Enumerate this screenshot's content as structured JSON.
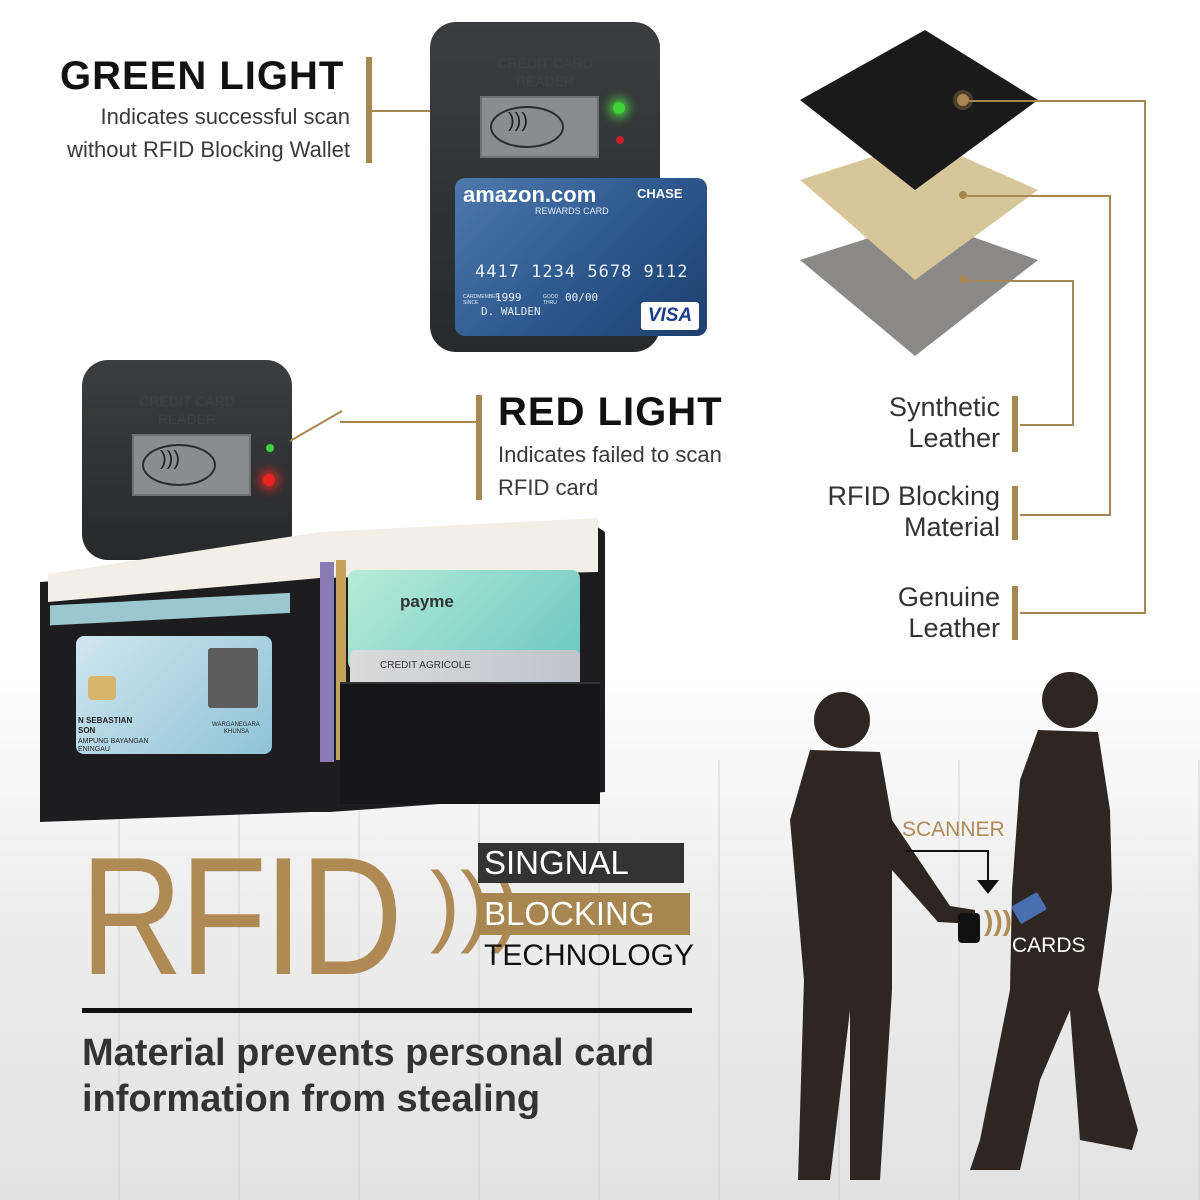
{
  "green": {
    "title": "GREEN LIGHT",
    "desc_line1": "Indicates successful scan",
    "desc_line2": "without RFID Blocking Wallet"
  },
  "red": {
    "title": "RED LIGHT",
    "desc_line1": "Indicates failed to scan",
    "desc_line2": "RFID card"
  },
  "reader": {
    "label_line1": "CREDIT CARD",
    "label_line2": "READER"
  },
  "credit_card": {
    "brand": "amazon.com",
    "sub": "REWARDS CARD",
    "bank": "CHASE",
    "number": "4417 1234 5678 9112",
    "since_label": "CARDMEMBER SINCE",
    "since": "1999",
    "thru_label": "GOOD THRU",
    "thru": "00/00",
    "holder": "D. WALDEN",
    "network": "VISA"
  },
  "wallet": {
    "card1": "payme",
    "card2": "CREDIT AGRICOLE",
    "id_name1": "N SEBASTIAN",
    "id_name2": "SON",
    "id_addr1": "AMPUNG BAYANGAN",
    "id_addr2": "ENINGAU",
    "id_nat1": "WARGANEGARA",
    "id_nat2": "KHUNSA"
  },
  "layers": [
    {
      "line1": "Synthetic",
      "line2": "Leather"
    },
    {
      "line1": "RFID Blocking",
      "line2": "Material"
    },
    {
      "line1": "Genuine",
      "line2": "Leather"
    }
  ],
  "rfid": {
    "word": "RFID",
    "tag1": "SINGNAL",
    "tag2": "BLOCKING",
    "tag3": "TECHNOLOGY",
    "tagline1": "Material prevents personal card",
    "tagline2": "information from stealing"
  },
  "scene": {
    "scanner": "SCANNER",
    "cards": "CARDS"
  },
  "colors": {
    "gold": "#a8864f",
    "green_light": "#3fd23a",
    "red_light": "#e8241f"
  }
}
